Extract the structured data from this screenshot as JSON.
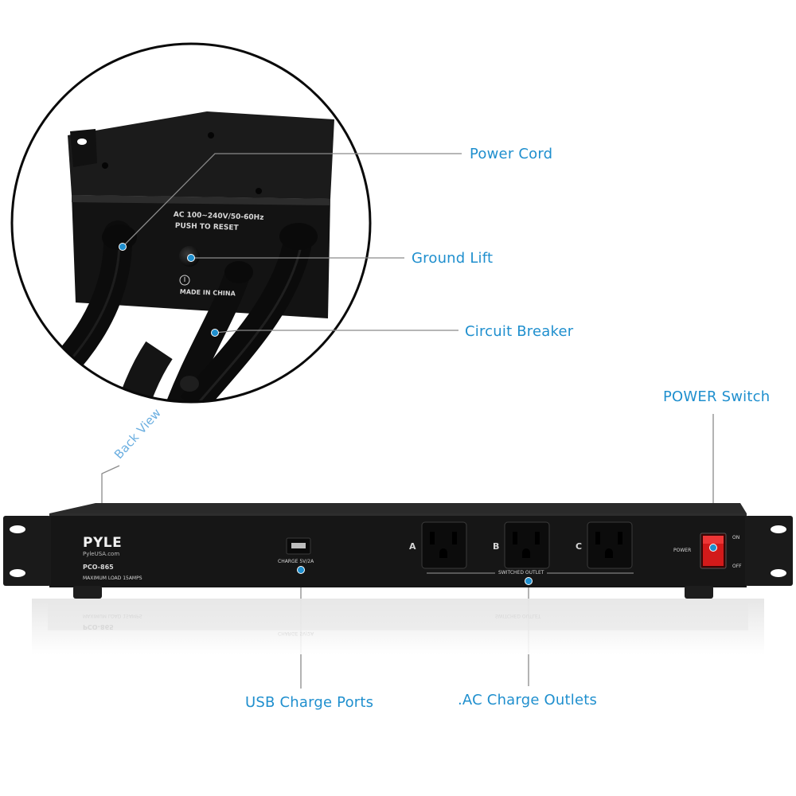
{
  "callouts": {
    "power_cord": "Power Cord",
    "ground_lift": "Ground Lift",
    "circuit_breaker": "Circuit Breaker",
    "power_switch": "POWER Switch",
    "back_view": "Back View",
    "usb_charge_ports": "USB Charge Ports",
    "ac_charge_outlets": ".AC Charge Outlets"
  },
  "front_panel": {
    "brand": "PYLE",
    "website": "PyleUSA.com",
    "model": "PCO-865",
    "max_load": "MAXIMUM LOAD 15AMPS",
    "charge_label": "CHARGE 5V/2A",
    "outlet_labels": [
      "A",
      "B",
      "C"
    ],
    "switched_outlet": "SWITCHED OUTLET",
    "power_label": "POWER",
    "on_label": "ON",
    "off_label": "OFF"
  },
  "back_panel": {
    "rating": "AC 100~240V/50-60Hz",
    "push_to_reset": "PUSH TO RESET",
    "made_in": "MADE IN CHINA"
  },
  "colors": {
    "callout_text": "#1f8fce",
    "leader_line": "#8a8a8a",
    "marker_dot": "#1f8fce",
    "panel_body": "#161616",
    "rocker_switch": "#d21a1a"
  }
}
